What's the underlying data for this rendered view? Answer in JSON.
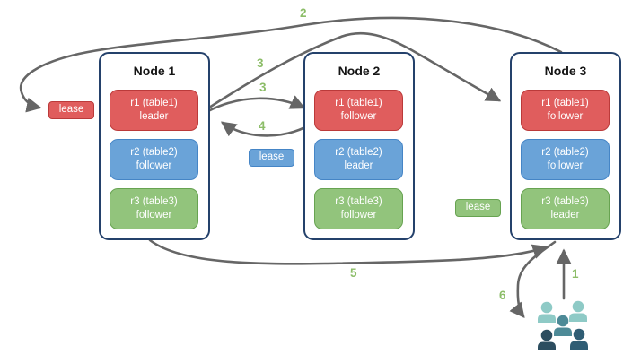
{
  "colors": {
    "red": "#e05d5d",
    "red_border": "#bb3a3a",
    "blue": "#6aa3d8",
    "blue_border": "#4585c6",
    "green": "#92c47c",
    "green_border": "#67a351",
    "node_border": "#24416b",
    "arrow": "#666666",
    "step": "#8cbd68",
    "person_light": "#8ecac6",
    "person_medium": "#4d8a97",
    "person_dark": "#2c4d5f",
    "person_teal": "#2f5d74"
  },
  "nodes": [
    {
      "title": "Node 1",
      "replicas": [
        {
          "line1": "r1 (table1)",
          "line2": "leader"
        },
        {
          "line1": "r2 (table2)",
          "line2": "follower"
        },
        {
          "line1": "r3 (table3)",
          "line2": "follower"
        }
      ]
    },
    {
      "title": "Node 2",
      "replicas": [
        {
          "line1": "r1 (table1)",
          "line2": "follower"
        },
        {
          "line1": "r2 (table2)",
          "line2": "leader"
        },
        {
          "line1": "r3 (table3)",
          "line2": "follower"
        }
      ]
    },
    {
      "title": "Node 3",
      "replicas": [
        {
          "line1": "r1 (table1)",
          "line2": "follower"
        },
        {
          "line1": "r2 (table2)",
          "line2": "follower"
        },
        {
          "line1": "r3 (table3)",
          "line2": "leader"
        }
      ]
    }
  ],
  "leases": [
    {
      "label": "lease"
    },
    {
      "label": "lease"
    },
    {
      "label": "lease"
    }
  ],
  "steps": [
    {
      "label": "2"
    },
    {
      "label": "3"
    },
    {
      "label": "3"
    },
    {
      "label": "4"
    },
    {
      "label": "5"
    },
    {
      "label": "6"
    },
    {
      "label": "1"
    }
  ]
}
